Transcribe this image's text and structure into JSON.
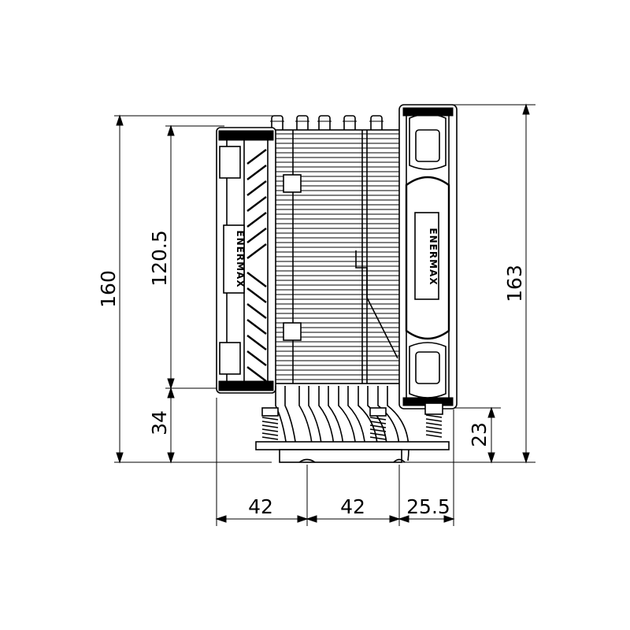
{
  "dimensions": {
    "total_height_left": "160",
    "fan_height": "120.5",
    "clearance_left": "34",
    "total_height_right": "163",
    "clearance_right": "23",
    "width_left": "42",
    "width_middle": "42",
    "width_right": "25.5"
  },
  "brand": {
    "fan_front_logo": "ENERMAX",
    "fan_rear_logo": "ENERMAX"
  },
  "colors": {
    "line": "#000000",
    "background": "#ffffff"
  }
}
